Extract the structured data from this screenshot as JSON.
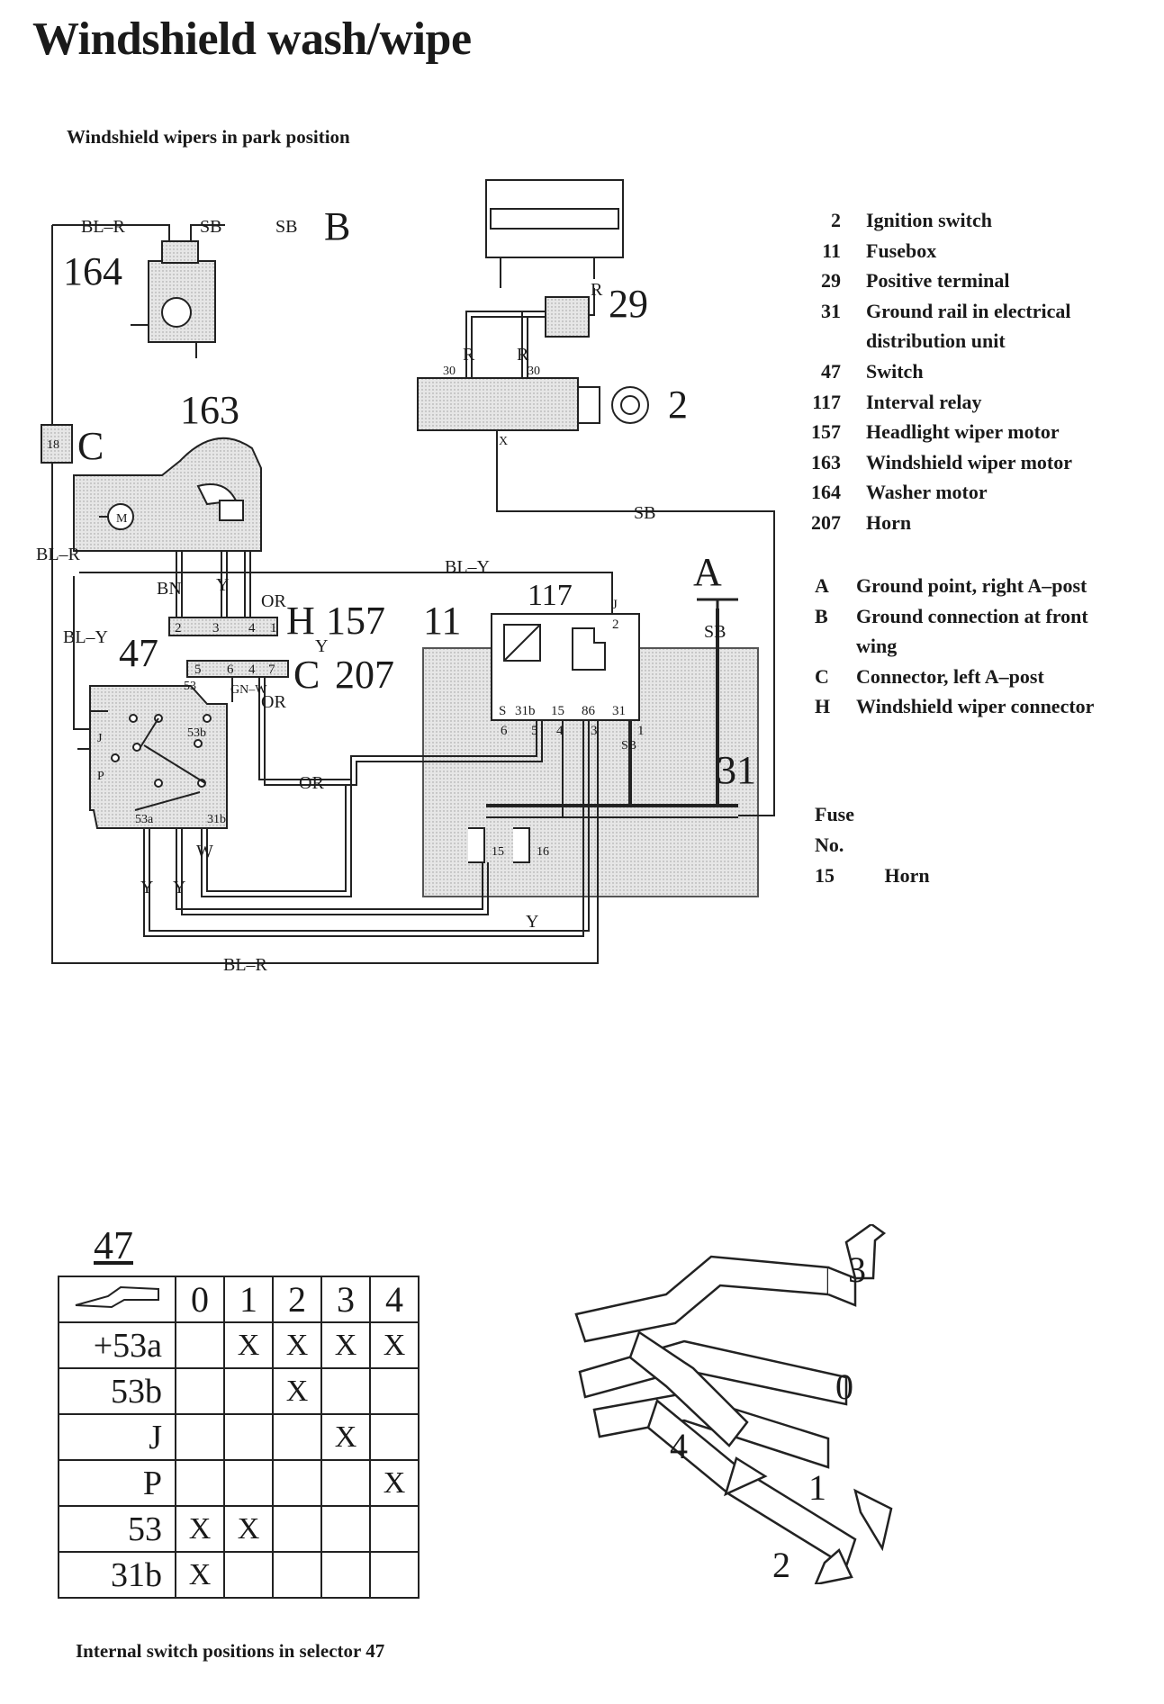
{
  "title": "Windshield wash/wipe",
  "subtitle": "Windshield wipers  in park position",
  "components_legend": [
    {
      "num": "2",
      "label": "Ignition switch"
    },
    {
      "num": "11",
      "label": "Fusebox"
    },
    {
      "num": "29",
      "label": "Positive terminal"
    },
    {
      "num": "31",
      "label": "Ground rail in electrical"
    },
    {
      "num": "",
      "label": "distribution unit"
    },
    {
      "num": "47",
      "label": "Switch"
    },
    {
      "num": "117",
      "label": "Interval relay"
    },
    {
      "num": "157",
      "label": "Headlight wiper motor"
    },
    {
      "num": "163",
      "label": "Windshield wiper motor"
    },
    {
      "num": "164",
      "label": "Washer motor"
    },
    {
      "num": "207",
      "label": "Horn"
    }
  ],
  "letters_legend": [
    {
      "num": "A",
      "label": "Ground point, right A–post"
    },
    {
      "num": "B",
      "label": "Ground connection at front"
    },
    {
      "num": "",
      "label": "wing"
    },
    {
      "num": "C",
      "label": "Connector, left A–post"
    },
    {
      "num": "H",
      "label": "Windshield wiper connector"
    }
  ],
  "fuse": {
    "heading1": "Fuse",
    "heading2": "No.",
    "num": "15",
    "label": "Horn"
  },
  "diagram_labels": {
    "c164": "164",
    "c163": "163",
    "c47": "47",
    "c157": "157",
    "c207": "207",
    "c11": "11",
    "c117": "117",
    "c29": "29",
    "c2": "2",
    "c31": "31",
    "A": "A",
    "B": "B",
    "C1": "C",
    "C2": "C",
    "H": "H",
    "blr_top": "BL–R",
    "sb_top1": "SB",
    "sb_top2": "SB",
    "blr_left": "BL–R",
    "bly_left": "BL–Y",
    "bly_top": "BL–Y",
    "bn": "BN",
    "y1": "Y",
    "or1": "OR",
    "or2": "OR",
    "or3": "OR",
    "y_h": "Y",
    "gnw": "GN–W",
    "sb_mid": "SB",
    "sb_a": "SB",
    "sb_relay": "SB",
    "r1": "R",
    "r2": "R",
    "r3": "R",
    "t30a": "30",
    "t30b": "30",
    "x": "X",
    "w": "W",
    "y_a": "Y",
    "y_b": "Y",
    "y_bottom": "Y",
    "blr_bottom": "BL–R",
    "conn18": "18",
    "fuse15": "15",
    "fuse16": "16",
    "t53": "53",
    "t53b": "53b",
    "t53a": "53a",
    "t31b": "31b",
    "tJ": "J",
    "tP": "P",
    "h2": "2",
    "h3": "3",
    "h4": "4",
    "h1": "1",
    "c5": "5",
    "c6": "6",
    "c4": "4",
    "c7": "7",
    "rS": "S",
    "r31b": "31b",
    "r15": "15",
    "r86": "86",
    "r31": "31",
    "rJ": "J",
    "r2t": "2",
    "r6": "6",
    "r5": "5",
    "r4": "4",
    "r3t": "3",
    "r1t": "1",
    "m": "M"
  },
  "selector_table": {
    "number": "47",
    "columns": [
      "0",
      "1",
      "2",
      "3",
      "4"
    ],
    "rows": [
      {
        "label": "+53a",
        "marks": [
          "",
          "X",
          "X",
          "X",
          "X"
        ]
      },
      {
        "label": "53b",
        "marks": [
          "",
          "",
          "X",
          "",
          ""
        ]
      },
      {
        "label": "J",
        "marks": [
          "",
          "",
          "",
          "X",
          ""
        ]
      },
      {
        "label": "P",
        "marks": [
          "",
          "",
          "",
          "",
          "X"
        ]
      },
      {
        "label": "53",
        "marks": [
          "X",
          "X",
          "",
          "",
          ""
        ]
      },
      {
        "label": "31b",
        "marks": [
          "X",
          "",
          "",
          "",
          ""
        ]
      }
    ]
  },
  "lever_positions": [
    "3",
    "0",
    "4",
    "1",
    "2"
  ],
  "caption": "Internal switch positions in selector 47"
}
